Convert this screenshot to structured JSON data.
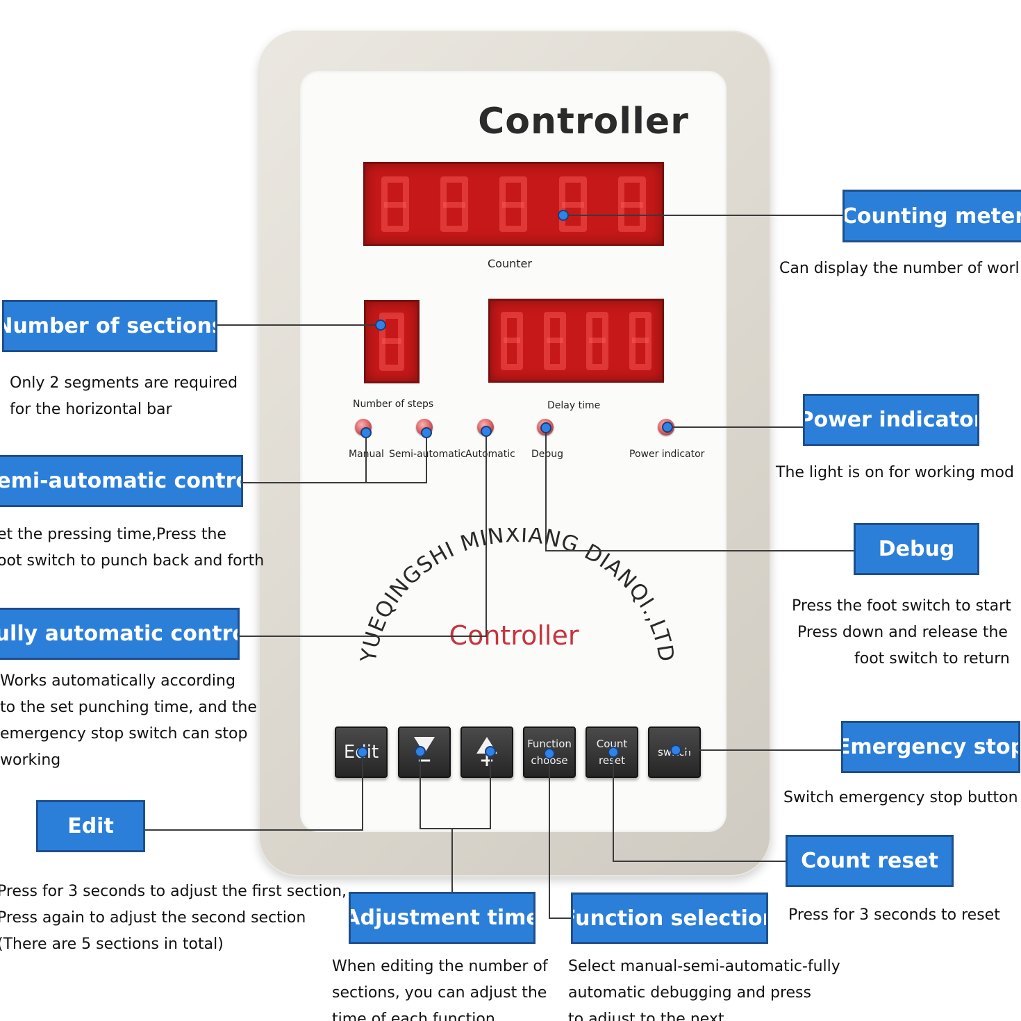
{
  "device": {
    "title": "Controller",
    "labels": {
      "counter": "Counter",
      "number_of_steps": "Number of steps",
      "delay_time": "Delay time",
      "manual": "Manual",
      "semi_automatic": "Semi-automatic",
      "automatic": "Automatic",
      "debug": "Debug",
      "power_indicator": "Power indicator"
    },
    "brand_arc": "YUEQINGSHI MINXIANG DIANQI.,LTD",
    "brand_controller": "Controller",
    "display_color": "#c61818",
    "buttons": {
      "edit": "Edit",
      "minus": "−",
      "plus": "+",
      "function_line1": "Function",
      "function_line2": "choose",
      "count_line1": "Count",
      "count_line2": "reset",
      "switch": "switch"
    }
  },
  "callouts": {
    "counting_meter": {
      "title": "Counting meter",
      "desc": [
        "Can display the number of worl"
      ]
    },
    "number_of_sections": {
      "title": "Number of sections",
      "desc": [
        "Only 2 segments are required",
        "for the horizontal bar"
      ]
    },
    "power_indicator": {
      "title": "Power indicator",
      "desc": [
        "The light is on for working mod"
      ]
    },
    "semi_automatic_control": {
      "title": "Semi-automatic control",
      "desc": [
        "et the pressing time,Press the",
        "oot switch to punch back and forth"
      ]
    },
    "debug": {
      "title": "Debug",
      "desc": [
        "Press the foot switch to start",
        "Press down and release the",
        "foot switch to return"
      ]
    },
    "fully_automatic_control": {
      "title": "Fully automatic control",
      "desc": [
        "Works automatically according",
        "to the set punching time, and the",
        "emergency stop switch can stop",
        "working"
      ]
    },
    "emergency_stop": {
      "title": "Emergency stop",
      "desc": [
        "Switch emergency stop button"
      ]
    },
    "edit": {
      "title": "Edit",
      "desc": [
        "Press for 3 seconds to adjust the first section,",
        "Press again to adjust the second section",
        "(There are 5 sections in total)"
      ]
    },
    "count_reset": {
      "title": "Count reset",
      "desc": [
        "Press for 3 seconds to reset"
      ]
    },
    "adjustment_time": {
      "title": "Adjustment time",
      "desc": [
        "When editing the number of",
        "sections, you can adjust the",
        "time of each function"
      ]
    },
    "function_selection": {
      "title": "Function selection",
      "desc": [
        "Select manual-semi-automatic-fully",
        "automatic debugging and press",
        "to adjust to the next"
      ]
    }
  },
  "colors": {
    "callout_fill": "#2b7fd9",
    "callout_border": "#1d4f8f",
    "marker_dot": "#2f83e6",
    "brand_red": "#c8343c"
  }
}
